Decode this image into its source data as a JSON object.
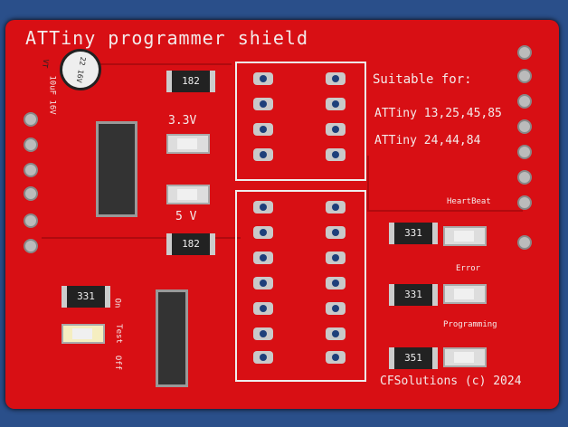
{
  "board": {
    "title": "ATTiny programmer shield",
    "suitable_label": "Suitable for:",
    "chips_line1": "ATTiny 13,25,45,85",
    "chips_line2": "ATTiny 24,44,84",
    "v33_label": "3.3V",
    "v5_label": "5 V",
    "heartbeat_label": "HeartBeat",
    "error_label": "Error",
    "programming_label": "Programming",
    "copyright": "CFSolutions (c) 2024",
    "on_label": "On",
    "test_label": "Test",
    "off_label": "Off",
    "cap_label": "10uF 16V",
    "cap_marking": "22 16V VT",
    "res_top": "182",
    "res_mid": "182",
    "res_left": "331",
    "res_hb": "331",
    "res_err": "331",
    "res_prog": "351"
  },
  "colors": {
    "board": "#d80f14",
    "background": "#2a4f8a",
    "silkscreen": "#f4eaea"
  }
}
